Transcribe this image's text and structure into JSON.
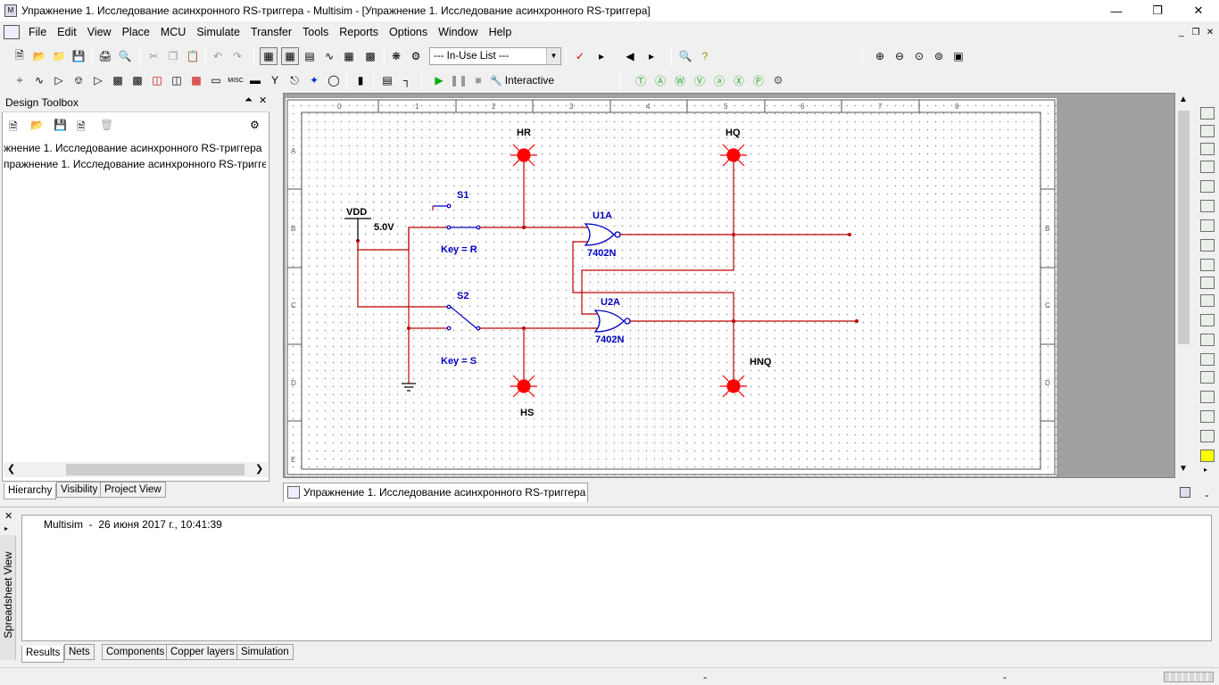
{
  "window": {
    "title": "Упражнение 1. Исследование асинхронного RS-триггера - Multisim - [Упражнение 1. Исследование асинхронного RS-триггера]"
  },
  "menu": {
    "items": [
      "File",
      "Edit",
      "View",
      "Place",
      "MCU",
      "Simulate",
      "Transfer",
      "Tools",
      "Reports",
      "Options",
      "Window",
      "Help"
    ]
  },
  "toolbar": {
    "in_use_list": "--- In-Use List ---",
    "interactive_label": "Interactive"
  },
  "design_toolbox": {
    "title": "Design Toolbox",
    "tree": [
      "жнение 1. Исследование асинхронного RS-триггера",
      "пражнение 1. Исследование асинхронного RS-тригге"
    ],
    "tabs": [
      "Hierarchy",
      "Visibility",
      "Project View"
    ]
  },
  "schematic": {
    "column_labels": [
      "0",
      "1",
      "2",
      "3",
      "4",
      "5",
      "6",
      "7",
      "8"
    ],
    "row_labels": [
      "A",
      "B",
      "C",
      "D",
      "E"
    ],
    "vdd_label": "VDD",
    "vdd_value": "5.0V",
    "switch1_ref": "S1",
    "switch1_key": "Key = R",
    "switch2_ref": "S2",
    "switch2_key": "Key = S",
    "gate1_ref": "U1A",
    "gate1_type": "7402N",
    "gate2_ref": "U2A",
    "gate2_type": "7402N",
    "probe_hr": "HR",
    "probe_hq": "HQ",
    "probe_hs": "HS",
    "probe_hnq": "HNQ",
    "wire_color": "#c00000",
    "part_color": "#0000c0",
    "probe_color": "#ff0000"
  },
  "document_tab": {
    "label": "Упражнение 1. Исследование асинхронного RS-триггера"
  },
  "spreadsheet": {
    "side_title": "Spreadsheet View",
    "result_line": "Multisim  -  26 июня 2017 г., 10:41:39",
    "tabs": [
      "Results",
      "Nets",
      "Components",
      "Copper layers",
      "Simulation"
    ]
  },
  "statusbar": {
    "cell1": "-",
    "cell2": "-"
  }
}
